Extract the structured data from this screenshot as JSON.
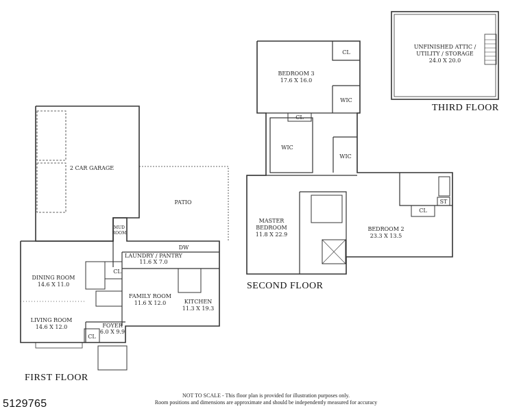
{
  "floors": {
    "first": "FIRST FLOOR",
    "second": "SECOND FLOOR",
    "third": "THIRD FLOOR"
  },
  "rooms": {
    "attic": [
      "UNFINISHED ATTIC /",
      "UTILITY / STORAGE",
      "24.0 X 20.0"
    ],
    "bedroom3": [
      "BEDROOM 3",
      "17.6 X 16.0"
    ],
    "master": [
      "MASTER",
      "BEDROOM",
      "11.8 X 22.9"
    ],
    "bedroom2": [
      "BEDROOM 2",
      "23.3 X 13.5"
    ],
    "garage": "2 CAR GARAGE",
    "patio": "PATIO",
    "mudroom": [
      "MUD",
      "ROOM"
    ],
    "laundry": [
      "LAUNDRY / PANTRY",
      "11.6 X 7.0"
    ],
    "dining": [
      "DINING ROOM",
      "14.6 X 11.0"
    ],
    "family": [
      "FAMILY ROOM",
      "11.6 X 12.0"
    ],
    "kitchen": [
      "KITCHEN",
      "11.3 X 19.3"
    ],
    "living": [
      "LIVING ROOM",
      "14.6 X 12.0"
    ],
    "foyer": [
      "FOYER",
      "6.0 X 9.9"
    ],
    "cl": "CL",
    "wic": "WIC",
    "st": "ST",
    "dw": "DW"
  },
  "disclaimer": [
    "NOT TO SCALE - This floor plan is provided for illustration purposes only.",
    "Room positions and dimensions are approximate and should be independently measured for accuracy"
  ],
  "listing_id": "5129765"
}
